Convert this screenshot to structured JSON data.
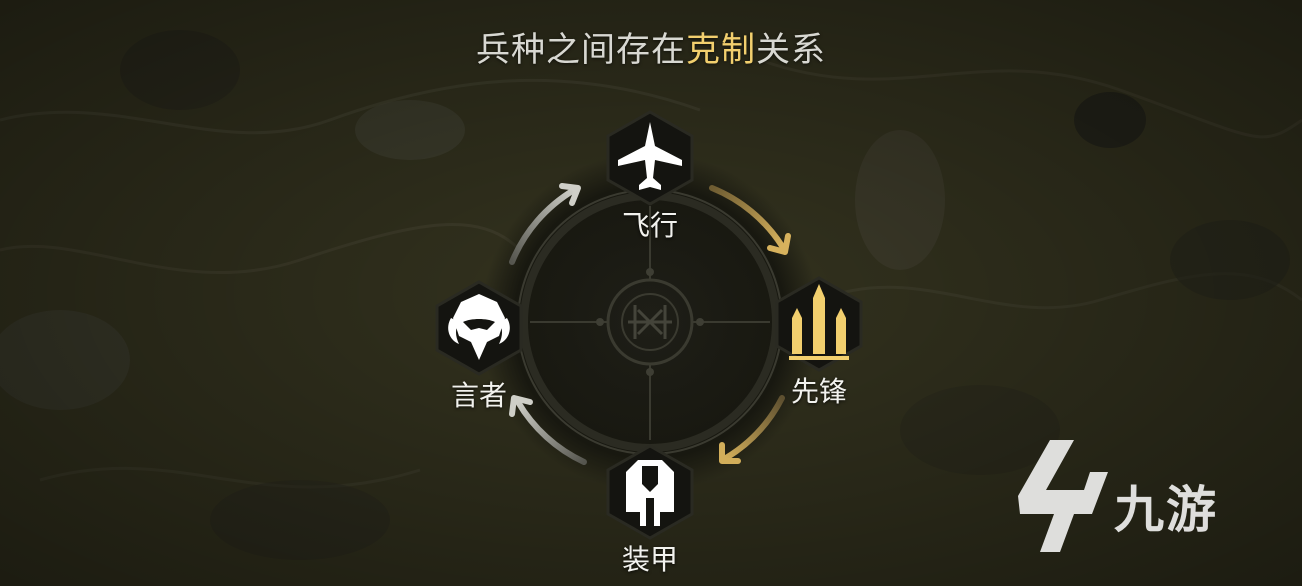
{
  "title": {
    "prefix": "兵种之间存在",
    "highlight": "克制",
    "suffix": "关系"
  },
  "units": [
    {
      "key": "flight",
      "label": "飞行",
      "icon": "airplane-icon",
      "color": "#ffffff"
    },
    {
      "key": "vanguard",
      "label": "先锋",
      "icon": "bullets-icon",
      "color": "#f2cf6e"
    },
    {
      "key": "armor",
      "label": "装甲",
      "icon": "armor-icon",
      "color": "#ffffff"
    },
    {
      "key": "speaker",
      "label": "言者",
      "icon": "horned-mask-icon",
      "color": "#ffffff"
    }
  ],
  "watermark": {
    "brand": "九游"
  },
  "colors": {
    "highlight": "#f2cf6e",
    "gold_arrow": "#c9a85a",
    "grey_arrow": "#bdbdb5"
  }
}
